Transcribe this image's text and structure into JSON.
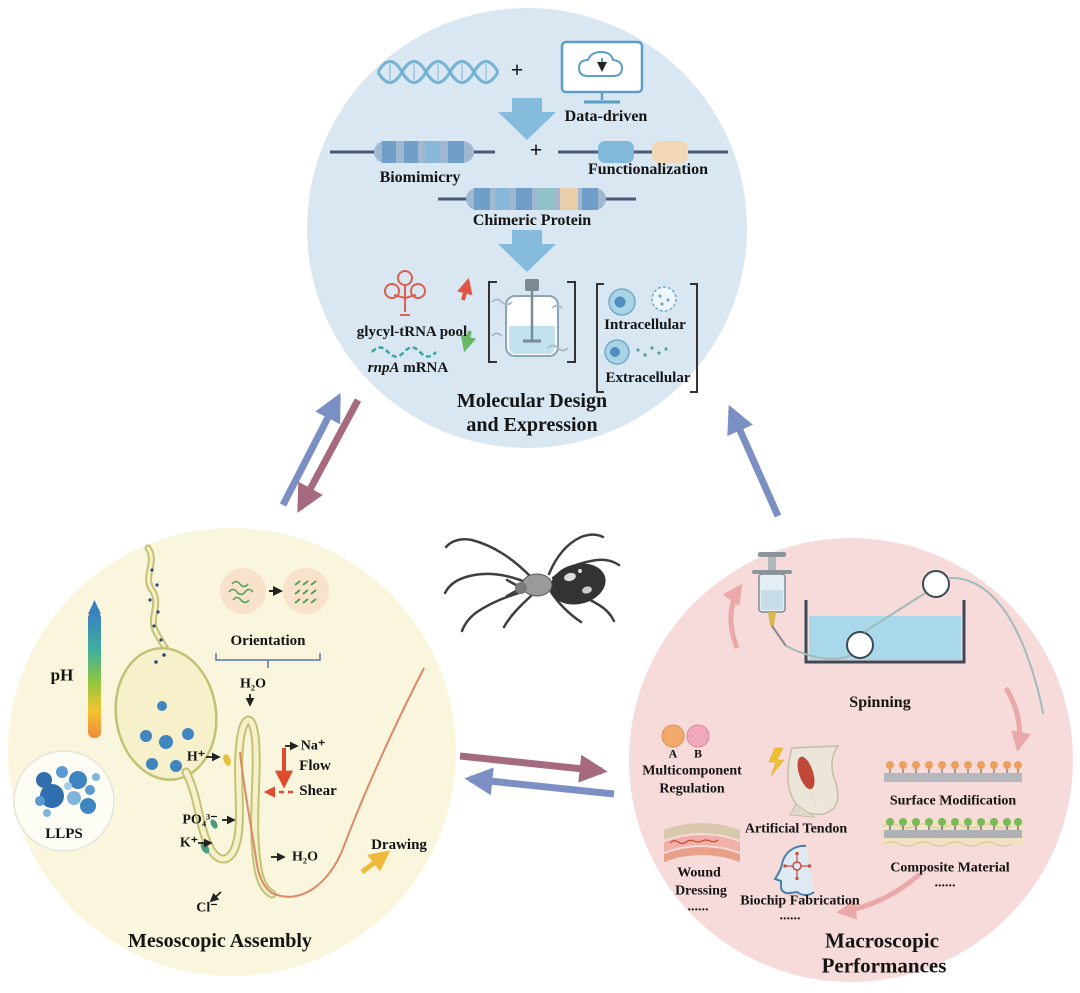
{
  "molecular": {
    "plus1": "+",
    "data_driven": "Data-driven",
    "biomimicry": "Biomimicry",
    "plus2": "+",
    "functionalization": "Functionalization",
    "chimeric_protein": "Chimeric Protein",
    "glycyl_trna_pool": "glycyl-tRNA pool",
    "rnpa": "rnpA",
    "mrna": " mRNA",
    "intracellular": "Intracellular",
    "extracellular": "Extracellular",
    "title_line1": "Molecular Design",
    "title_line2": "and Expression"
  },
  "mesoscopic": {
    "ph": "pH",
    "orientation": "Orientation",
    "h2o_top": "H₂O",
    "h_plus": "H⁺",
    "na": "Na⁺",
    "flow": "Flow",
    "shear": "Shear",
    "po4": "PO₄³⁻",
    "k": "K⁺",
    "h2o_bottom": "H₂O",
    "cl": "Cl⁻",
    "drawing": "Drawing",
    "llps": "LLPS",
    "title": "Mesoscopic Assembly"
  },
  "macroscopic": {
    "spinning": "Spinning",
    "label_a": "A",
    "label_b": "B",
    "multicomponent_line1": "Multicomponent",
    "multicomponent_line2": "Regulation",
    "artificial_tendon": "Artificial Tendon",
    "surface_modification": "Surface Modification",
    "composite_material": "Composite Material",
    "ellipsis_composite": "......",
    "wound_line1": "Wound",
    "wound_line2": "Dressing",
    "ellipsis_wound": "......",
    "biochip": "Biochip Fabrication",
    "ellipsis_biochip": "......",
    "title_line1": "Macroscopic",
    "title_line2": "Performances"
  },
  "colors": {
    "top_circle_fill": "#d9e7f3",
    "left_circle_fill": "#faf6dd",
    "right_circle_fill": "#f7dada",
    "arrow_blue": "#7b8fc5",
    "arrow_mauve": "#a66a80",
    "arrow_pink": "#eaa8a8",
    "accent_red": "#e04b30",
    "accent_green": "#68b868",
    "accent_yellow": "#f0b93a"
  }
}
